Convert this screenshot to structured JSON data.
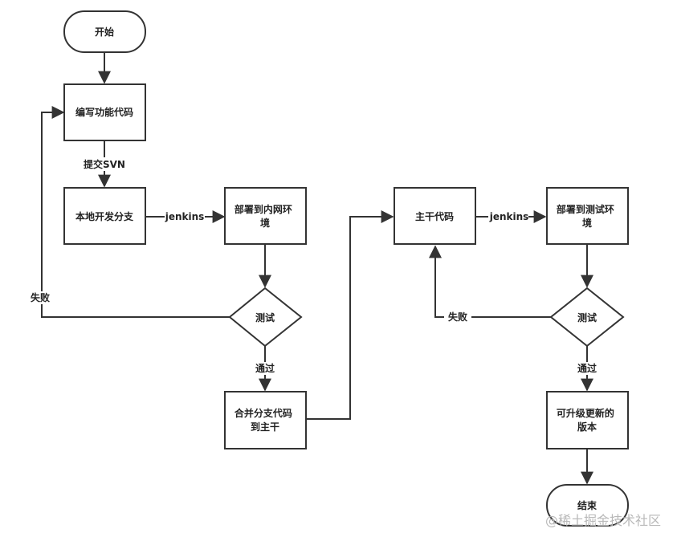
{
  "nodes": {
    "start": "开始",
    "write_code": "编写功能代码",
    "local_branch": "本地开发分支",
    "deploy_intranet": [
      "部署到内网环",
      "境"
    ],
    "test_left": "测试",
    "merge": [
      "合并分支代码",
      "到主干"
    ],
    "trunk": "主干代码",
    "deploy_test": [
      "部署到测试环",
      "境"
    ],
    "test_right": "测试",
    "release": [
      "可升级更新的",
      "版本"
    ],
    "end": "结束"
  },
  "edges": {
    "commit_svn": "提交SVN",
    "jenkins_left": "jenkins",
    "jenkins_right": "jenkins",
    "fail_left": "失败",
    "pass_left": "通过",
    "fail_right": "失败",
    "pass_right": "通过"
  },
  "watermark": "@稀土掘金技术社区",
  "colors": {
    "stroke": "#333333",
    "fill": "#ffffff",
    "text": "#222222",
    "watermark": "#b8b8b8"
  }
}
